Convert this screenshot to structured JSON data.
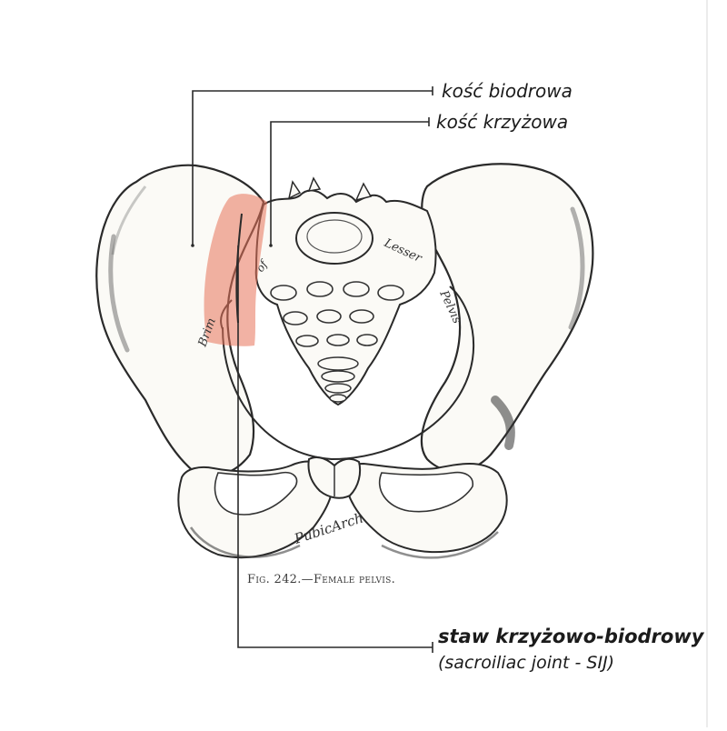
{
  "labels": {
    "ilium": "kość biodrowa",
    "sacrum": "kość krzyżowa",
    "sij_main": "staw krzyżowo-biodrowy",
    "sij_sub": "(sacroiliac joint - SIJ)"
  },
  "figure": {
    "caption": "Fig. 242.—Female pelvis.",
    "engraved_text": {
      "brim": "Brim",
      "of": "of",
      "lesser": "Lesser",
      "pelvis": "Pelvis",
      "pubic_arch": "PubicArch"
    }
  },
  "colors": {
    "highlight": "#e8735a",
    "line": "#2a2a2a",
    "bone_fill": "#fbfaf6",
    "ink": "#4a4a4a"
  },
  "icons": [
    "pelvis-illustration"
  ]
}
